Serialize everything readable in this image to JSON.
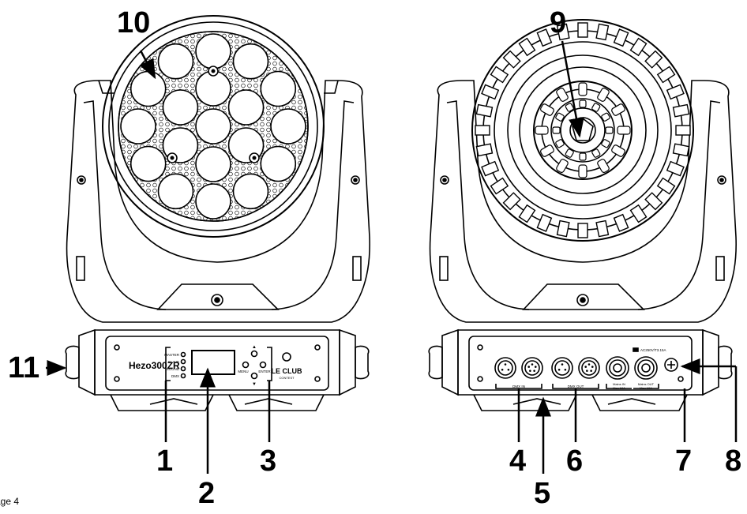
{
  "callouts": {
    "c1": "1",
    "c2": "2",
    "c3": "3",
    "c4": "4",
    "c5": "5",
    "c6": "6",
    "c7": "7",
    "c8": "8",
    "c9": "9",
    "c10": "10",
    "c11": "11"
  },
  "front_panel": {
    "model_name": "Hezo300ZR",
    "brand_line1": "LE CLUB",
    "brand_line2": "CONTEST",
    "modes": [
      "MASTER",
      "SLAVE",
      "SOUND",
      "DMX"
    ],
    "menu_label": "MENU",
    "enter_label": "ENTER",
    "up_symbol": "▲",
    "down_symbol": "▼"
  },
  "rear_panel": {
    "dmx_in_label": "DMX IN",
    "dmx_out_label": "DMX OUT",
    "mains_in_label": "Mains IN",
    "mains_in_sub": "Max 10A",
    "mains_out_label": "Mains OUT",
    "mains_out_sub": "Max 10A",
    "fuse_label": "AC250V/T3.15A"
  },
  "footer": {
    "page_text": "age  4"
  }
}
